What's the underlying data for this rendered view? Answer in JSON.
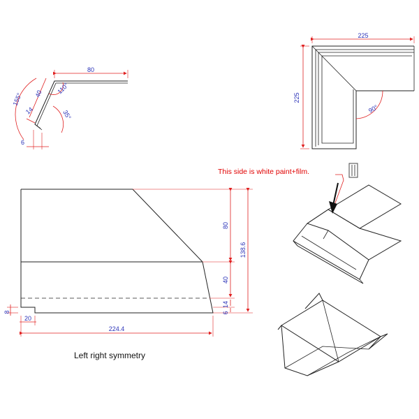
{
  "colors": {
    "outline": "#222222",
    "dimension_line": "#e02020",
    "dimension_text": "#2b33b8",
    "note_text": "#e00000",
    "background": "#ffffff"
  },
  "profile_section": {
    "dims": {
      "top": "80",
      "angle_110": "110°",
      "side_40": "40",
      "angle_155": "155°",
      "side_14": "14",
      "angle_35": "35°",
      "lip_6": "6"
    }
  },
  "corner_view": {
    "dims": {
      "width": "225",
      "height": "225",
      "angle": "90°"
    }
  },
  "side_view": {
    "dims": {
      "h80": "80",
      "h40": "40",
      "h14": "14",
      "h6": "6",
      "total_height": "138.6",
      "total_length": "224.4",
      "step_20": "20",
      "step_8": "8"
    },
    "caption": "Left right symmetry"
  },
  "note": "This side is white paint+film."
}
